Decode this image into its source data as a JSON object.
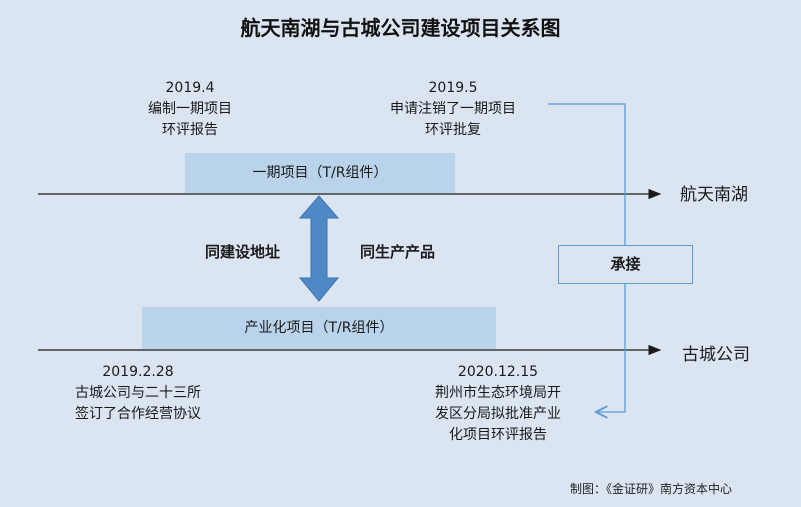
{
  "title": "航天南湖与古城公司建设项目关系图",
  "top_events": [
    {
      "date": "2019.4",
      "lines": [
        "编制一期项目",
        "环评报告"
      ]
    },
    {
      "date": "2019.5",
      "lines": [
        "申请注销了一期项目",
        "环评批复"
      ]
    }
  ],
  "top_project": "一期项目（T/R组件）",
  "top_lane": "航天南湖",
  "middle": {
    "left": "同建设地址",
    "right": "同生产产品"
  },
  "relation": "承接",
  "bottom_project": "产业化项目（T/R组件）",
  "bottom_lane": "古城公司",
  "bottom_events": [
    {
      "date": "2019.2.28",
      "lines": [
        "古城公司与二十三所",
        "签订了合作经营协议"
      ]
    },
    {
      "date": "2020.12.15",
      "lines": [
        "荆州市生态环境局开",
        "发区分局拟批准产业",
        "化项目环评报告"
      ]
    }
  ],
  "credit": "制图：《金证研》南方资本中心",
  "colors": {
    "background": "#dbe5f1",
    "project_box": "#b9d3ea",
    "arrow": "#5b9bd5",
    "line": "#1a1a1a"
  }
}
